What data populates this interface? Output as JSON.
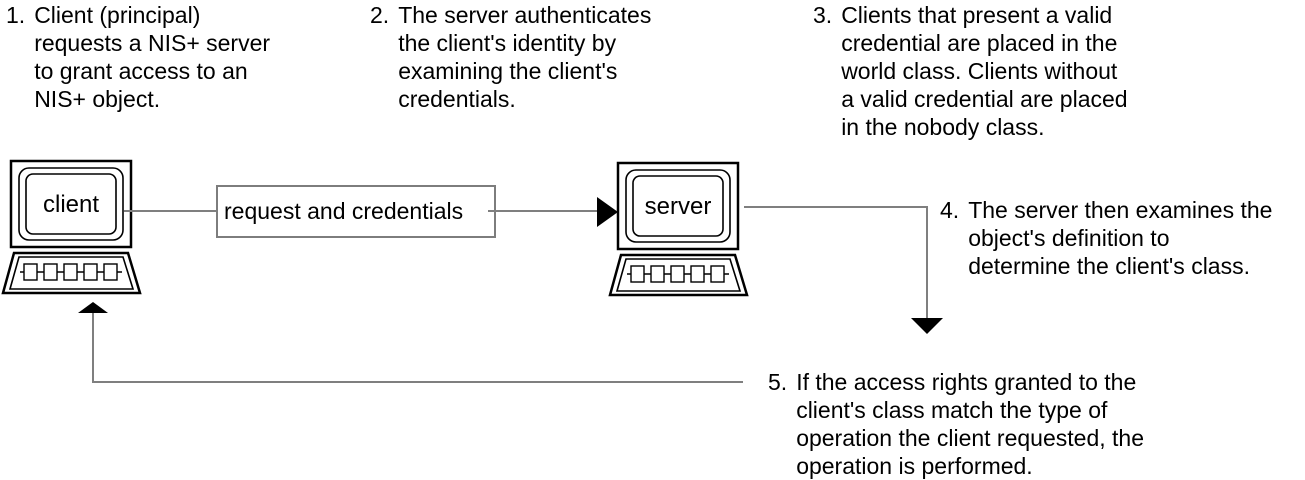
{
  "diagram": {
    "steps": [
      {
        "number": "1.",
        "text": "Client (principal)\nrequests a NIS+ server\nto grant access to an\nNIS+ object."
      },
      {
        "number": "2.",
        "text": "The server authenticates\nthe client's identity by\nexamining the client's\ncredentials."
      },
      {
        "number": "3.",
        "text": "Clients that present a valid\ncredential are placed in the\nworld class. Clients without\na valid credential are placed\nin the nobody class."
      },
      {
        "number": "4.",
        "text": "The server then examines the\nobject's definition to\ndetermine the client's class."
      },
      {
        "number": "5.",
        "text": "If the access rights granted to the\nclient's class match the type of\noperation the client requested, the\noperation is performed."
      }
    ],
    "client": {
      "label": "client"
    },
    "server": {
      "label": "server"
    },
    "message_box": {
      "label": "request and credentials"
    },
    "icons": {
      "client": "client-computer-icon",
      "server": "server-computer-icon",
      "request_arrow": "arrow-right-icon",
      "examine_arrow": "arrow-down-icon",
      "return_arrow": "arrow-up-icon"
    },
    "colors": {
      "background": "#ffffff",
      "text": "#000000",
      "connector_line": "#7f7f7f",
      "arrowhead": "#000000",
      "computer_outline": "#000000",
      "box_border": "#7d7d7d"
    }
  }
}
